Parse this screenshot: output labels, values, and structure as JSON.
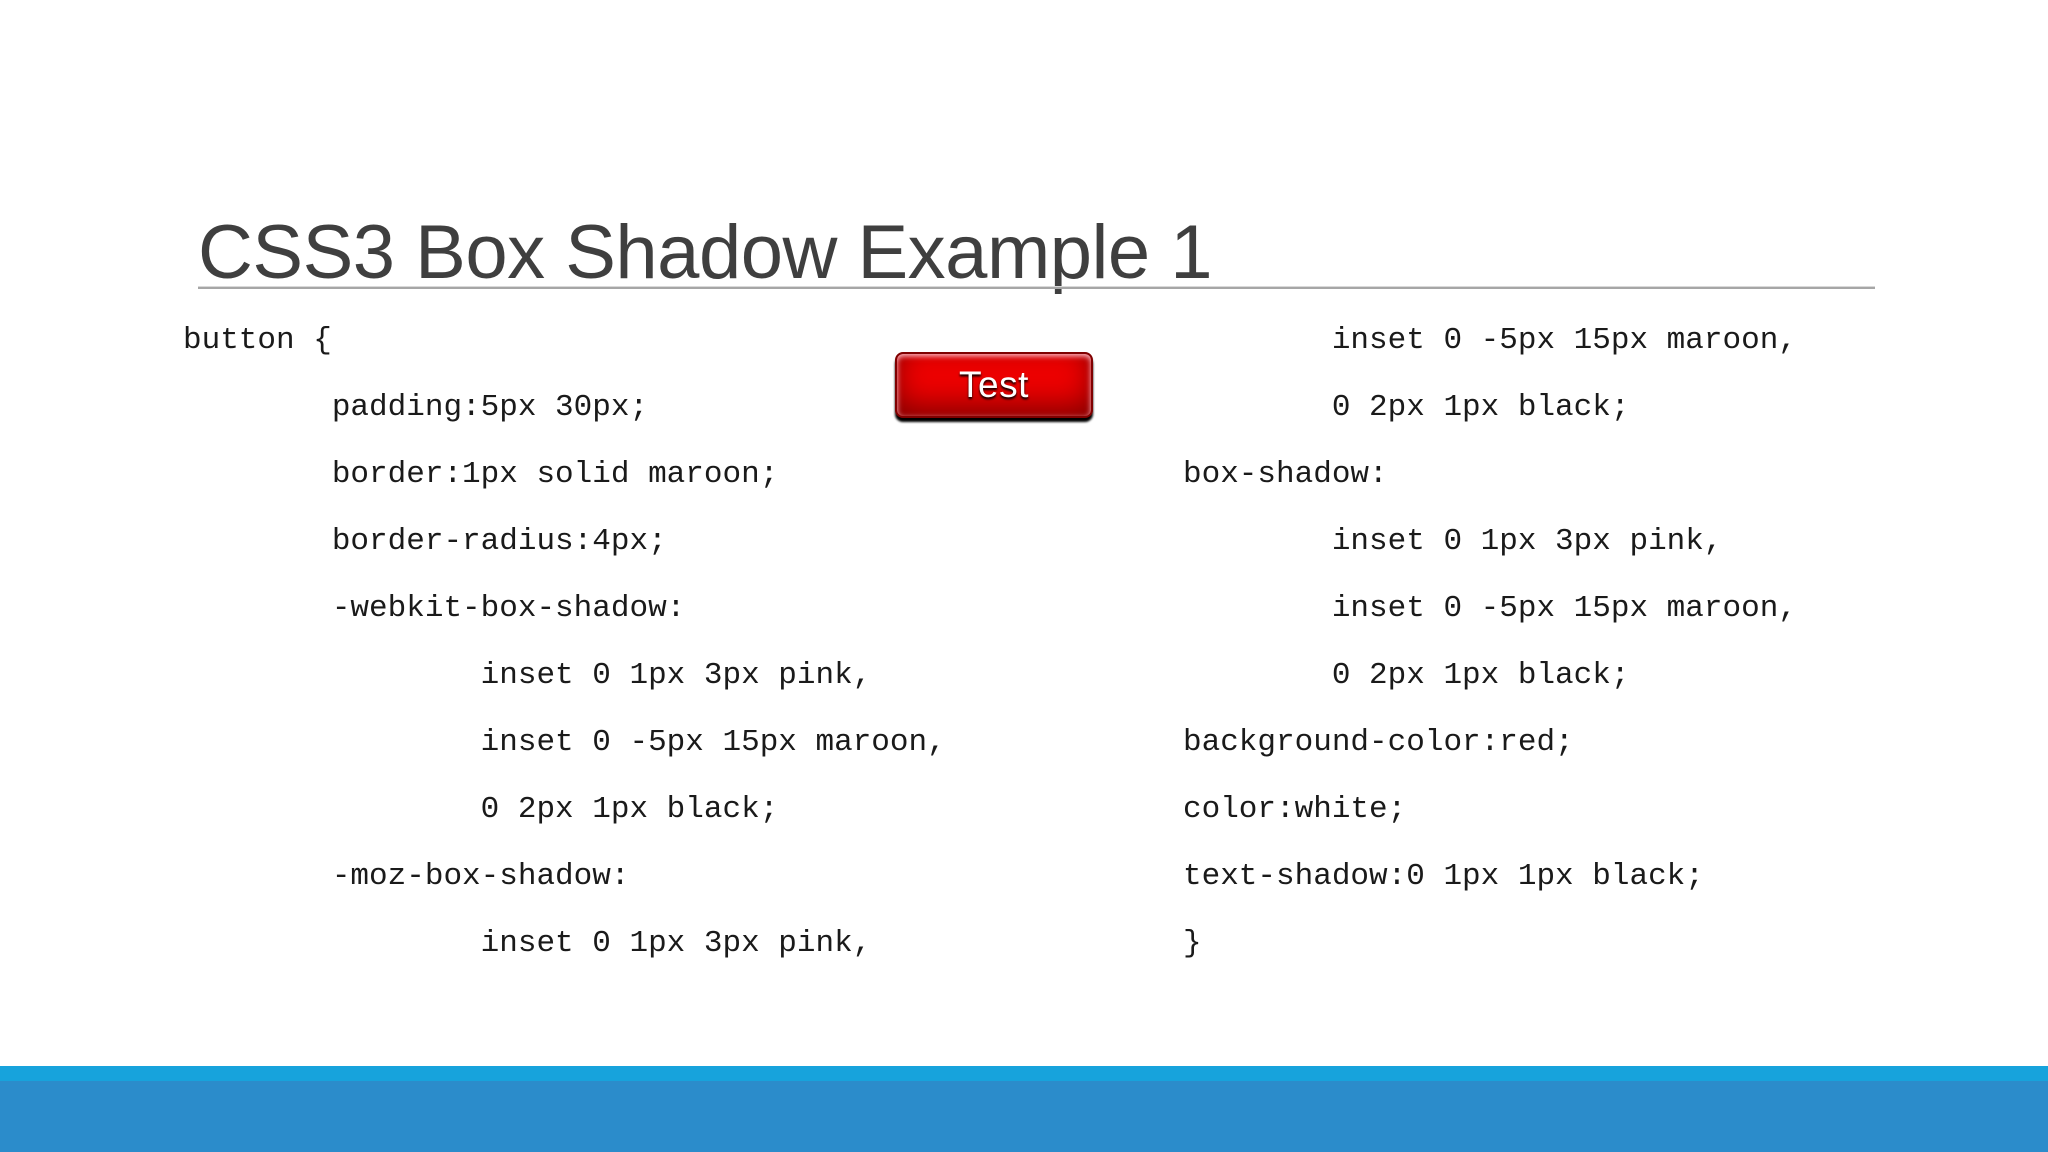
{
  "slide": {
    "title": "CSS3 Box Shadow Example 1",
    "background_color": "#ffffff",
    "title_color": "#3f3f3f",
    "divider_color": "#a6a6a6"
  },
  "code": {
    "left_column": [
      "button {",
      "        padding:5px 30px;",
      "        border:1px solid maroon;",
      "        border-radius:4px;",
      "        -webkit-box-shadow:",
      "                inset 0 1px 3px pink,",
      "                inset 0 -5px 15px maroon,",
      "                0 2px 1px black;",
      "        -moz-box-shadow:",
      "                inset 0 1px 3px pink,"
    ],
    "right_column": [
      "        inset 0 -5px 15px maroon,",
      "        0 2px 1px black;",
      "box-shadow:",
      "        inset 0 1px 3px pink,",
      "        inset 0 -5px 15px maroon,",
      "        0 2px 1px black;",
      "background-color:red;",
      "color:white;",
      "text-shadow:0 1px 1px black;",
      "}"
    ]
  },
  "demo": {
    "button_label": "Test",
    "button_background_color": "#ee0000",
    "button_text_color": "#ffffff",
    "button_border_color": "maroon"
  },
  "footer": {
    "accent_light_color": "#17a3dc",
    "accent_dark_color": "#2b8ccb"
  }
}
